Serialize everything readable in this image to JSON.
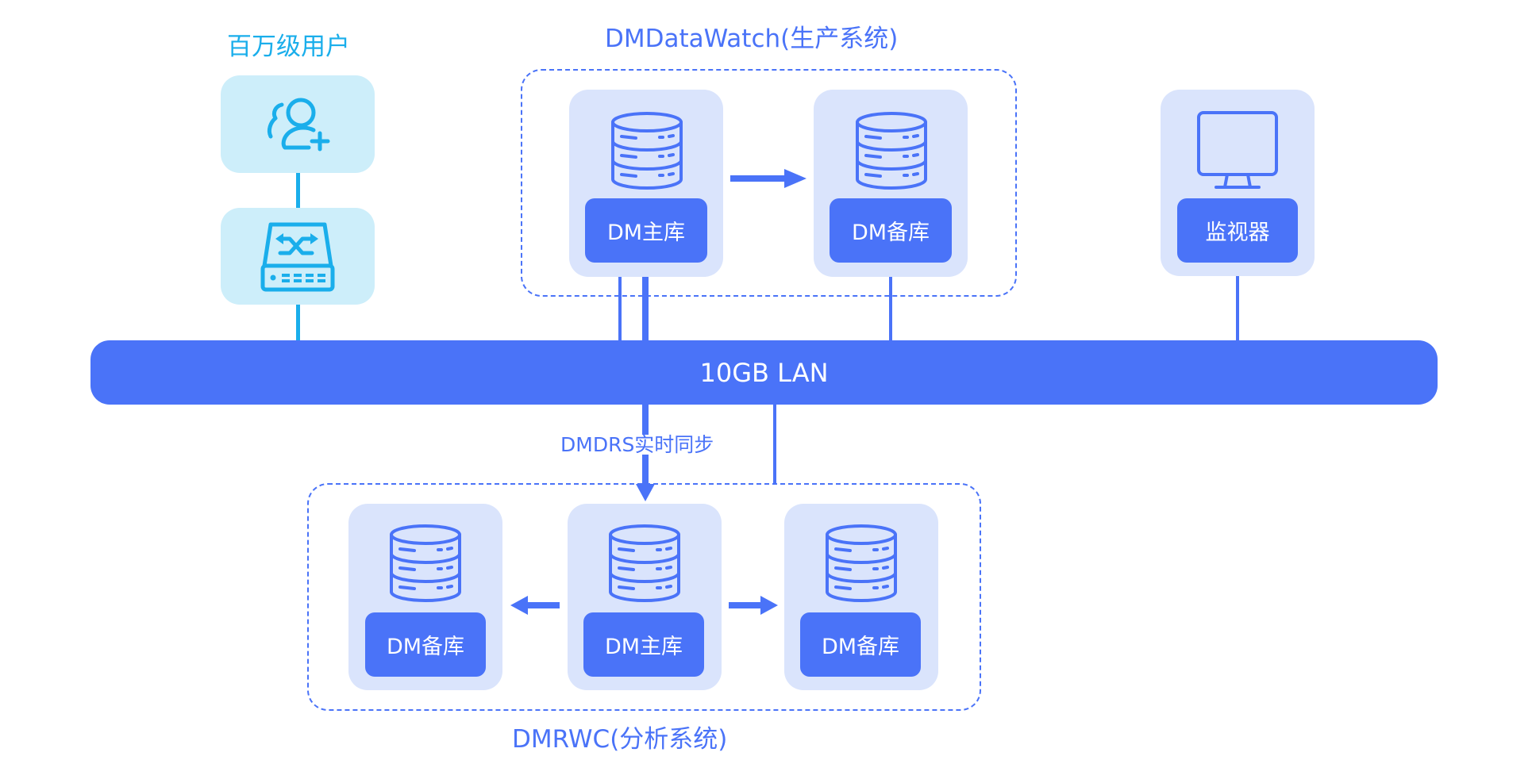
{
  "colors": {
    "primary_blue": "#4A73F8",
    "light_blue_fill": "#DAE4FC",
    "cyan": "#1AAEEB",
    "light_cyan_fill": "#CDEEFA"
  },
  "users_column": {
    "title": "百万级用户",
    "users_icon": "users-add-icon",
    "switch_icon": "network-switch-icon"
  },
  "production_system": {
    "title": "DMDataWatch(生产系统)",
    "nodes": [
      {
        "label": "DM主库",
        "icon": "database-icon"
      },
      {
        "label": "DM备库",
        "icon": "database-icon"
      }
    ]
  },
  "monitor": {
    "label": "监视器",
    "icon": "monitor-icon"
  },
  "lan": {
    "label": "10GB LAN"
  },
  "sync": {
    "label": "DMDRS实时同步"
  },
  "analysis_system": {
    "title": "DMRWC(分析系统)",
    "nodes": [
      {
        "label": "DM备库",
        "icon": "database-icon"
      },
      {
        "label": "DM主库",
        "icon": "database-icon"
      },
      {
        "label": "DM备库",
        "icon": "database-icon"
      }
    ]
  }
}
